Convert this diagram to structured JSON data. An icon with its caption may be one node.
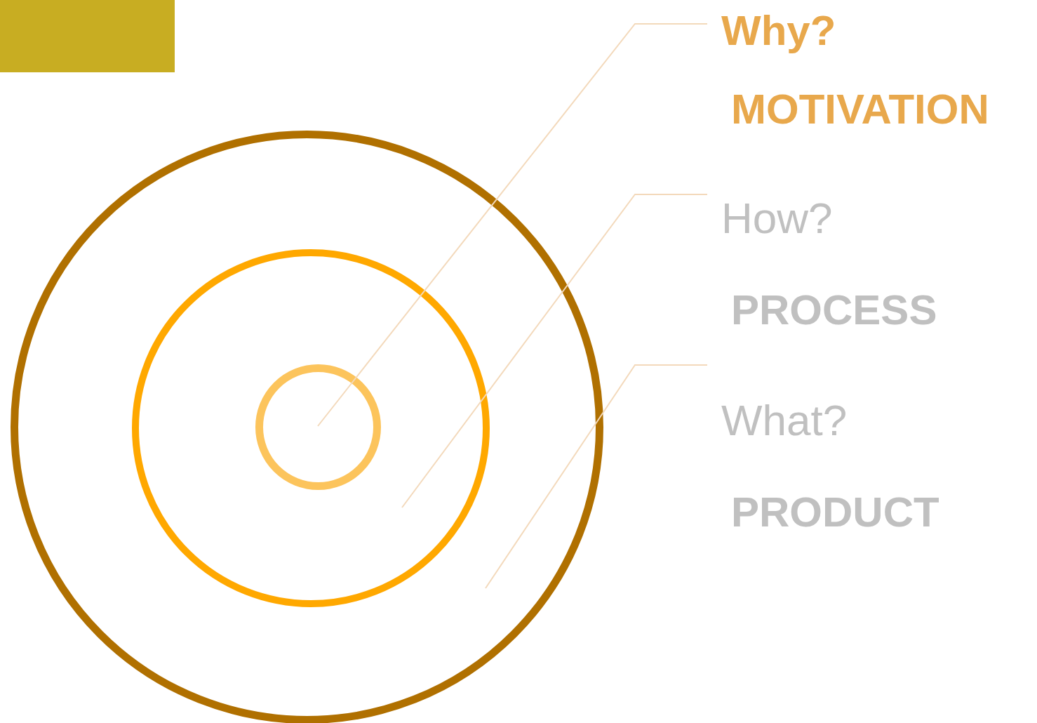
{
  "diagram": {
    "nodes": [
      {
        "text": [],
        "shape": "circle"
      },
      {
        "text": [],
        "shape": "circle",
        "in": 0
      },
      {
        "text": [],
        "shape": "circle",
        "in": 1
      },
      {
        "text": [
          "Why?",
          "MOTIVATION"
        ]
      },
      {
        "text": [
          "How?",
          "PROCESS"
        ]
      },
      {
        "text": [
          "What?",
          "PRODUCT"
        ]
      },
      {
        "text": [],
        "shape": "box"
      }
    ],
    "edges": [
      {
        "from": 3,
        "to": 2,
        "arrow": "none"
      },
      {
        "from": 4,
        "to": 1,
        "arrow": "none"
      },
      {
        "from": 5,
        "to": 0,
        "arrow": "none"
      }
    ]
  }
}
